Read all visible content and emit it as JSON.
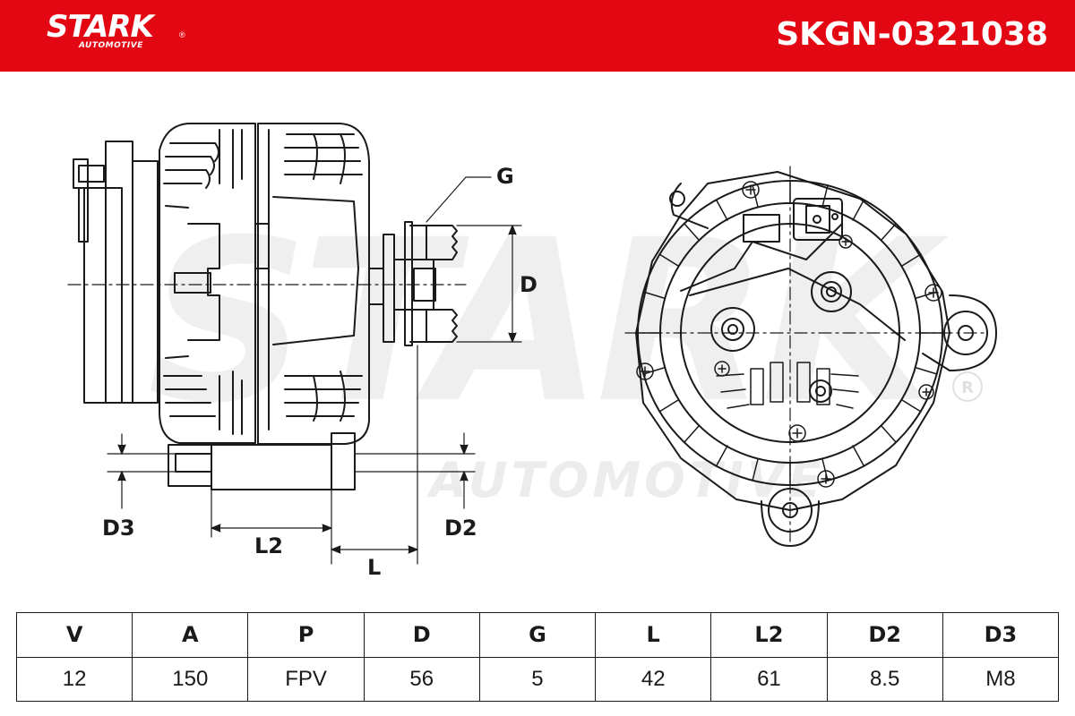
{
  "header": {
    "brand": "STARK",
    "brand_sub": "AUTOMOTIVE",
    "registered_mark": "®",
    "part_number": "SKGN-0321038",
    "color": "#e30613"
  },
  "watermark": {
    "main": "STARK",
    "sub": "AUTOMOTIVE"
  },
  "dimension_labels": {
    "g": "G",
    "d": "D",
    "d3": "D3",
    "d2": "D2",
    "l2": "L2",
    "l": "L"
  },
  "specs": {
    "headers": [
      "V",
      "A",
      "P",
      "D",
      "G",
      "L",
      "L2",
      "D2",
      "D3"
    ],
    "values": [
      "12",
      "150",
      "FPV",
      "56",
      "5",
      "42",
      "61",
      "8.5",
      "M8"
    ]
  }
}
